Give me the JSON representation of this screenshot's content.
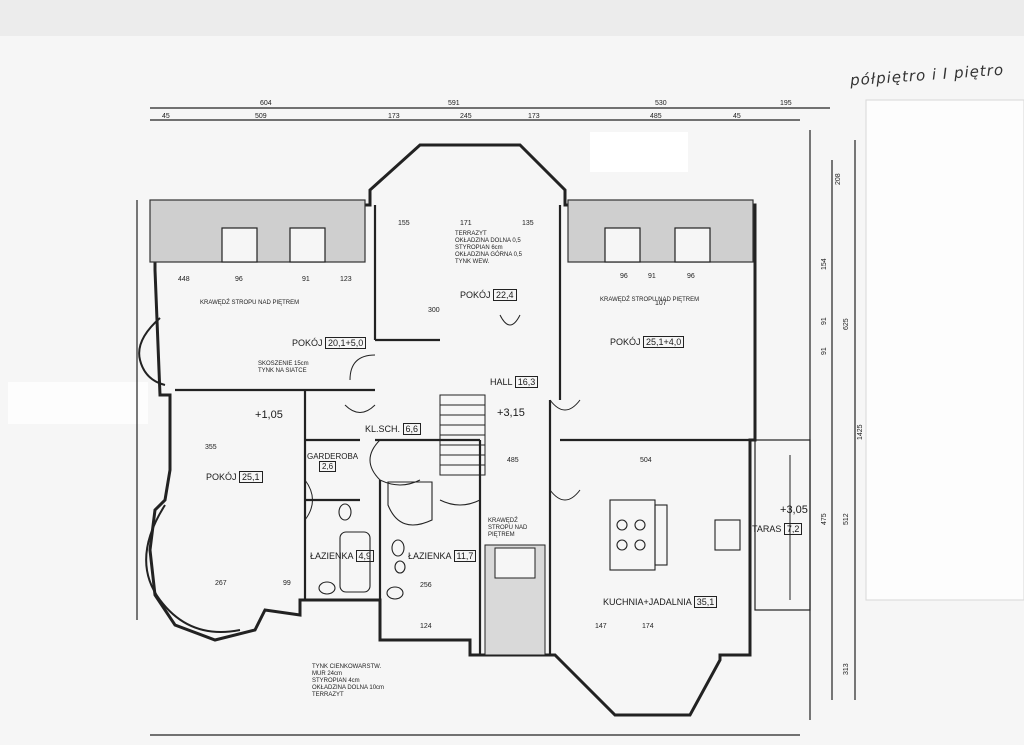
{
  "handwritten_note": "półpiętro i I piętro",
  "levels": {
    "hall": "3,15",
    "west": "1,05",
    "terrace": "3,05"
  },
  "rooms": {
    "pokoj_nw": {
      "name": "POKÓJ",
      "area": "20,1+5,0"
    },
    "pokoj_n": {
      "name": "POKÓJ",
      "area": "22,4"
    },
    "pokoj_ne": {
      "name": "POKÓJ",
      "area": "25,1+4,0"
    },
    "hall": {
      "name": "HALL",
      "area": "16,3"
    },
    "klsch": {
      "name": "KL.SCH.",
      "area": "6,6"
    },
    "garderoba": {
      "name": "GARDEROBA",
      "area": "2,6"
    },
    "pokoj_w": {
      "name": "POKÓJ",
      "area": "25,1"
    },
    "lazienka_1": {
      "name": "ŁAZIENKA",
      "area": "4,9"
    },
    "lazienka_2": {
      "name": "ŁAZIENKA",
      "area": "11,7"
    },
    "kuchnia": {
      "name": "KUCHNIA+JADALNIA",
      "area": "35,1"
    },
    "taras": {
      "name": "TARAS",
      "area": "7,2"
    }
  },
  "dimensions": {
    "top_total": [
      "604",
      "591",
      "530",
      "195"
    ],
    "top_sub": [
      "45",
      "509",
      "173",
      "245",
      "173",
      "485",
      "45"
    ],
    "top_inner": [
      "448",
      "96",
      "91",
      "123",
      "96",
      "91",
      "96",
      "107"
    ],
    "mid": [
      "300",
      "171",
      "135",
      "155",
      "355",
      "485",
      "504",
      "267",
      "256",
      "124",
      "147",
      "174",
      "99"
    ],
    "right_side": [
      "208",
      "154",
      "91",
      "91",
      "625",
      "1425",
      "512",
      "475",
      "313"
    ]
  },
  "notes": {
    "terrazyt": [
      "TERRAZYT",
      "OKŁADZINA DOLNA 0,5",
      "STYROPIAN 6cm",
      "OKŁADZINA GÓRNA 0,5",
      "TYNK WEW."
    ],
    "ceiling_n": "KRAWĘDŹ STROPU NAD PIĘTREM",
    "ceiling_e": "KRAWĘDŹ STROPU NAD PIĘTREM",
    "ceiling_k": "KRAWĘDŹ STROPU NAD PIĘTREM",
    "sloping": [
      "SKOSZENIE 15cm",
      "TYNK NA SIATCE"
    ],
    "legend": [
      "TYNK CIENKOWARSTW.",
      "MUR 24cm",
      "STYROPIAN 4cm",
      "OKŁADZINA DOLNA 10cm",
      "TERRAZYT"
    ]
  }
}
